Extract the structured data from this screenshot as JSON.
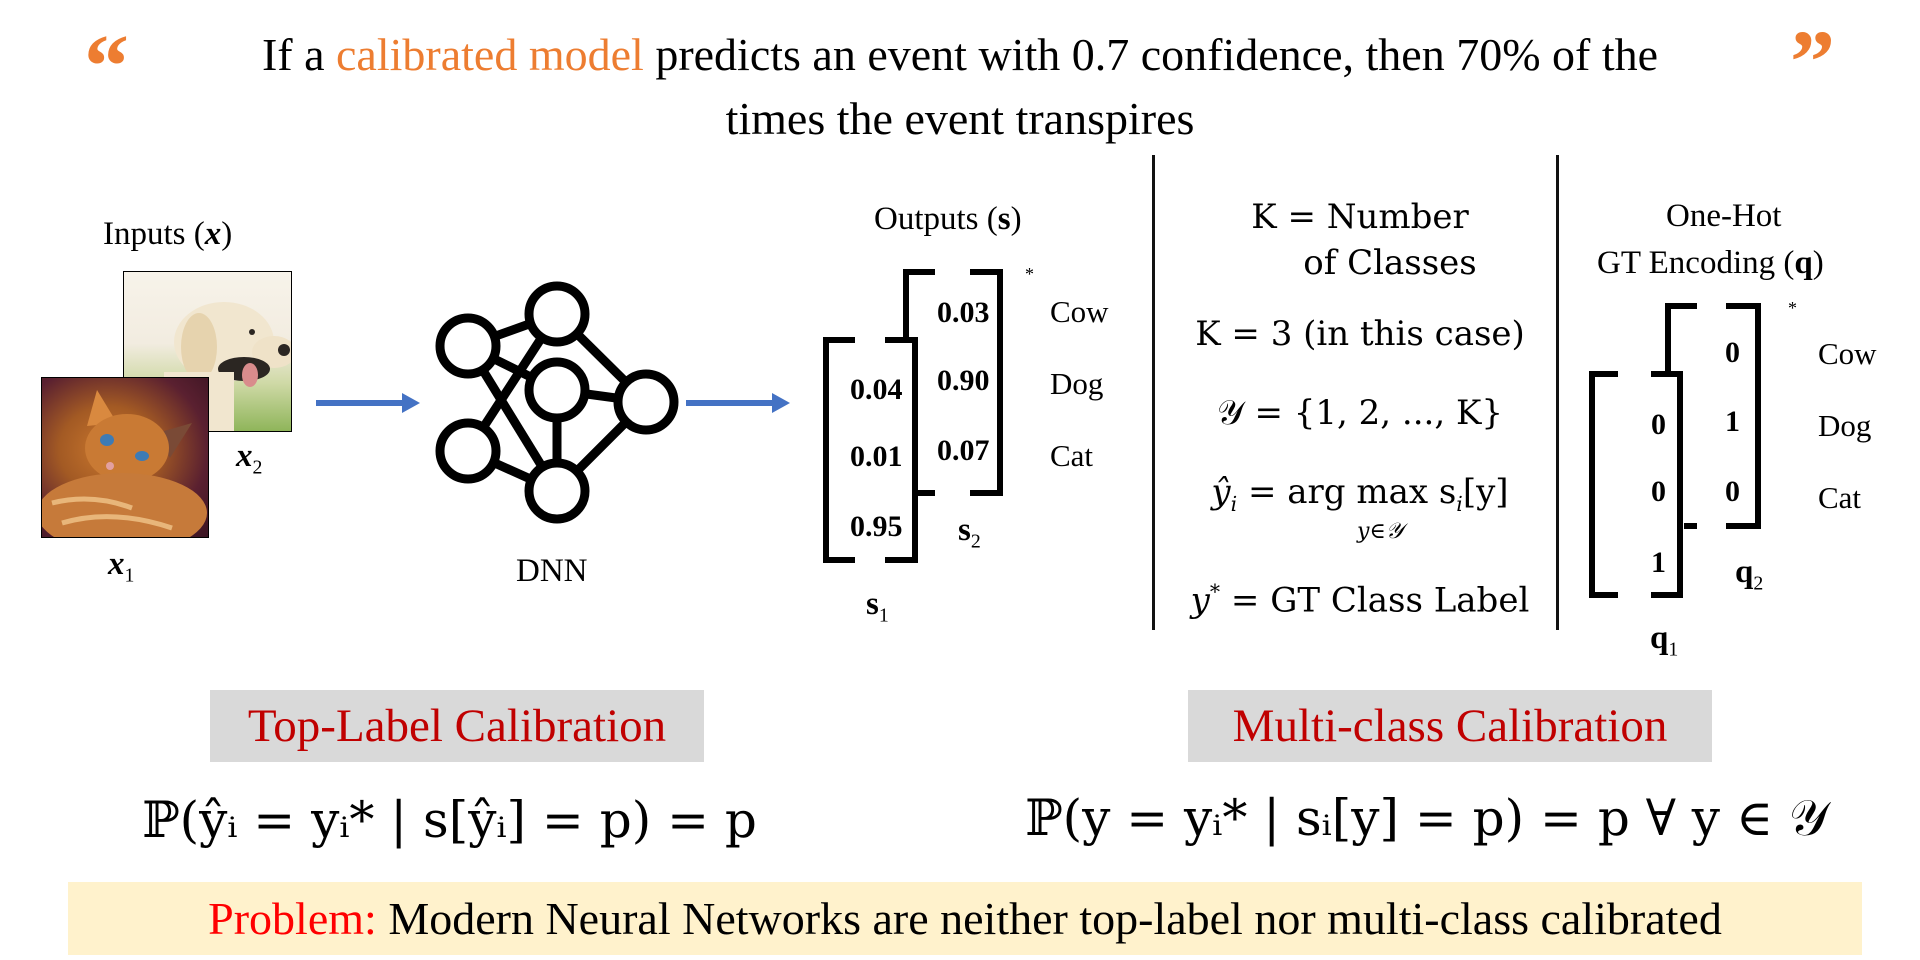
{
  "quote": {
    "open_mark": "“",
    "close_mark": "”",
    "prefix": "If a ",
    "highlight": "calibrated model",
    "suffix": " predicts an event with 0.7 confidence, then 70% of the",
    "line2": "times the event transpires",
    "accent_color": "#ED7D31"
  },
  "inputs": {
    "title": "Inputs (",
    "title_var": "x",
    "title_close": ")",
    "x1_label": "x",
    "x1_sub": "1",
    "x2_label": "x",
    "x2_sub": "2",
    "images": [
      "kitten photo",
      "dog photo"
    ]
  },
  "dnn": {
    "label": "DNN"
  },
  "outputs": {
    "title": "Outputs (",
    "title_var": "s",
    "title_close": ")",
    "s1": {
      "name": "s",
      "sub": "1",
      "values": [
        "0.04",
        "0.01",
        "0.95"
      ]
    },
    "s2": {
      "name": "s",
      "sub": "2",
      "values": [
        "0.03",
        "0.90",
        "0.07"
      ]
    },
    "classes": [
      "Cow",
      "Dog",
      "Cat"
    ],
    "star": "*"
  },
  "definitions": {
    "k_def_1": "K = Number",
    "k_def_2": "of Classes",
    "k_val": "K = 3 (in this case)",
    "y_set": "𝒴 = {1, 2, ..., K}",
    "yhat_lhs": "ŷ",
    "yhat_rhs": " = arg max s",
    "yhat_tail": "[y]",
    "yhat_under": "y∈𝒴",
    "ystar": "y",
    "ystar_rhs": " = GT Class Label"
  },
  "onehot": {
    "title_1": "One-Hot",
    "title_2": "GT Encoding (",
    "title_var": "q",
    "title_close": ")",
    "q1": {
      "name": "q",
      "sub": "1",
      "values": [
        "0",
        "0",
        "1"
      ]
    },
    "q2": {
      "name": "q",
      "sub": "2",
      "values": [
        "0",
        "1",
        "0"
      ]
    },
    "classes": [
      "Cow",
      "Dog",
      "Cat"
    ],
    "star": "*"
  },
  "top_label": {
    "header": "Top-Label Calibration",
    "formula": "ℙ(ŷᵢ = yᵢ* | s[ŷᵢ] = p) = p"
  },
  "multi_class": {
    "header": "Multi-class Calibration",
    "formula": "ℙ(y = yᵢ* | sᵢ[y] = p) = p   ∀ y ∈ 𝒴"
  },
  "banner": {
    "problem_label": "Problem:",
    "text": " Modern Neural Networks are neither top-label nor multi-class calibrated",
    "problem_color": "#FF0000",
    "header_color": "#C00000"
  }
}
